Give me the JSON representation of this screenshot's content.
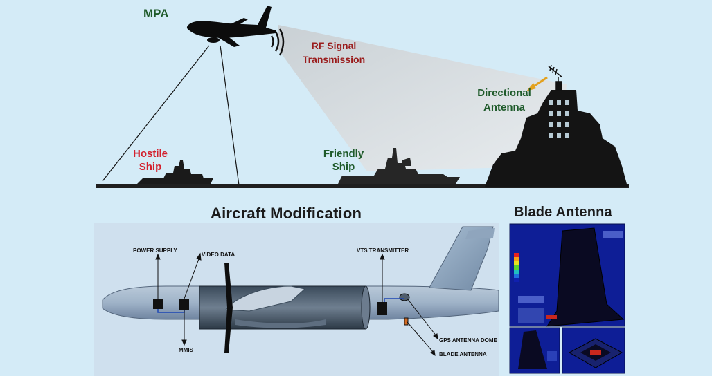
{
  "scene": {
    "mpa_label": "MPA",
    "rf_signal_line1": "RF Signal",
    "rf_signal_line2": "Transmission",
    "hostile_ship_line1": "Hostile",
    "hostile_ship_line2": "Ship",
    "friendly_ship_line1": "Friendly",
    "friendly_ship_line2": "Ship",
    "directional_antenna_line1": "Directional",
    "directional_antenna_line2": "Antenna"
  },
  "aircraft_modification": {
    "title": "Aircraft Modification",
    "callouts": {
      "power_supply": "POWER SUPPLY",
      "video_data": "VIDEO DATA",
      "mmis": "MMIS",
      "vts_transmitter": "VTS TRANSMITTER",
      "gps_antenna_dome": "GPS ANTENNA DOME",
      "blade_antenna": "BLADE ANTENNA"
    }
  },
  "blade_antenna": {
    "title": "Blade Antenna"
  },
  "colors": {
    "background": "#d4ebf7",
    "label_green": "#1e5a2a",
    "label_red": "#d3202e",
    "label_maroon": "#9a1c1c",
    "silhouette": "#111111",
    "fem_panel": "#0d1b8c"
  }
}
